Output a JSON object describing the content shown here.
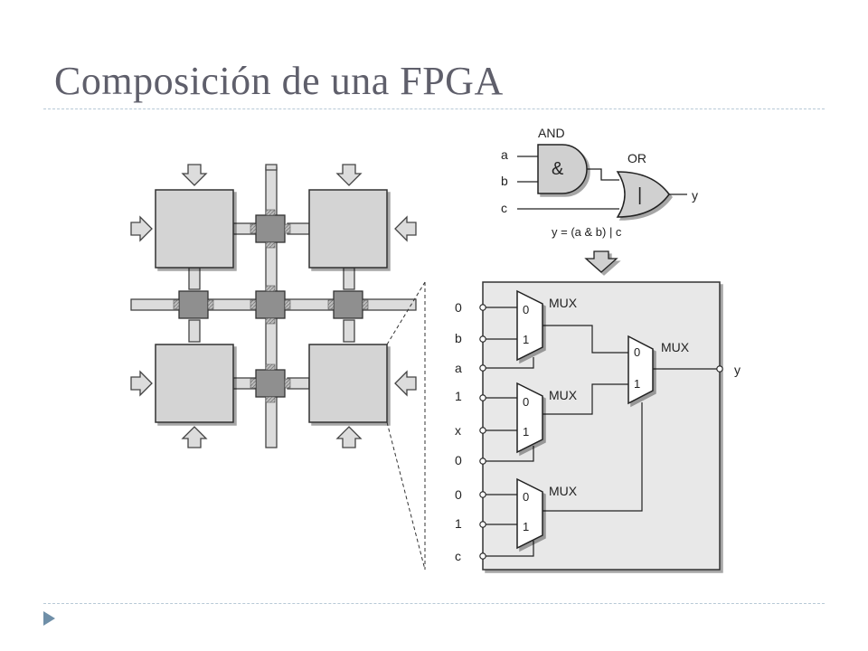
{
  "slide": {
    "title": "Composición de una FPGA"
  },
  "logic": {
    "and_label": "AND",
    "and_symbol": "&",
    "or_label": "OR",
    "or_symbol": "|",
    "input_a": "a",
    "input_b": "b",
    "input_c": "c",
    "output": "y",
    "equation": "y = (a & b) | c"
  },
  "mux_block": {
    "mux_label": "MUX",
    "inputs": [
      "0",
      "b",
      "a",
      "1",
      "x",
      "0",
      "0",
      "1",
      "c"
    ],
    "sel0": "0",
    "sel1": "1",
    "output": "y"
  },
  "colors": {
    "title": "#5f5f6b",
    "rule": "#b7c9d6",
    "bullet": "#6f8fa8",
    "block_fill": "#d4d4d4",
    "switch_fill": "#8f8f8f"
  }
}
